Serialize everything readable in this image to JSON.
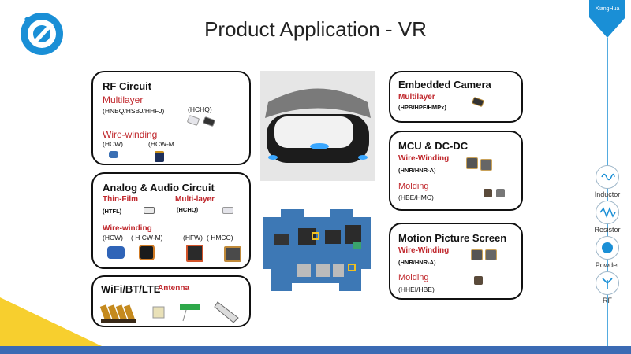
{
  "slide": {
    "title": "Product Application - VR"
  },
  "brand": {
    "name": "XiangHua"
  },
  "side_nav": [
    {
      "label": "Inductor",
      "icon": "inductor-coil-icon"
    },
    {
      "label": "Resistor",
      "icon": "resistor-wave-icon"
    },
    {
      "label": "Powder",
      "icon": "powder-icon"
    },
    {
      "label": "RF",
      "icon": "antenna-icon"
    }
  ],
  "rf_circuit": {
    "heading": "RF Circuit",
    "multilayer": "Multilayer",
    "multilayer_codes": "(HNBQ/HSBJ/HHFJ)",
    "hchq": "(HCHQ)",
    "wire_winding": "Wire-winding",
    "hcw": "(HCW)",
    "hcw_m": "(HCW-M"
  },
  "analog_audio": {
    "heading": "Analog & Audio Circuit",
    "thin_film": "Thin-Film",
    "htfl": "(HTFL)",
    "multi_layer": "Multi-layer",
    "hchq": "(HCHQ)",
    "wire_winding": "Wire-winding",
    "hcw": "(HCW)",
    "hcw_m": "( H CW-M)",
    "hfw": "(HFW)",
    "hmcc": "( HMCC)"
  },
  "wifi": {
    "heading": "WiFi/BT/LTE",
    "antenna": "Antenna"
  },
  "embedded_camera": {
    "heading": "Embedded Camera",
    "multilayer": "Multilayer",
    "codes": "(HPB/HPF/HMPx)"
  },
  "mcu": {
    "heading": "MCU & DC-DC",
    "wire_winding": "Wire-Winding",
    "codes": "(HNR/HNR-A)",
    "molding": "Molding",
    "molding_codes": "(HBE/HMC)"
  },
  "motion": {
    "heading": "Motion Picture Screen",
    "wire_winding": "Wire-Winding",
    "codes": "(HNR/HNR-A)",
    "molding": "Molding",
    "molding_codes": "(HHEI/HBE)"
  },
  "colors": {
    "accent_red": "#c0282d",
    "brand_blue": "#1a8fd6",
    "footer_blue": "#3b6bb4",
    "accent_yellow": "#f5c400"
  }
}
